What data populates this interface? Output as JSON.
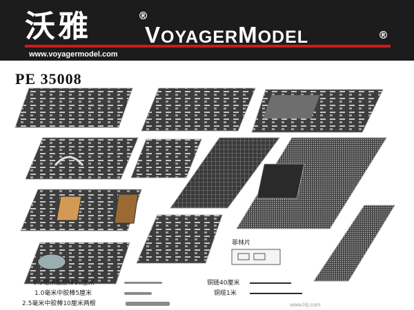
{
  "brand": {
    "chinese_name": "沃雅",
    "english_name_parts": [
      "V",
      "OYAGER",
      "M",
      "ODEL"
    ],
    "registered_mark": "®",
    "website": "www.voyagermodel.com"
  },
  "product_code": "PE 35008",
  "sheets": [
    {
      "label": "",
      "color": "#3a3a3a"
    },
    {
      "label": "",
      "color": "#3a3a3a"
    },
    {
      "label": "",
      "color": "#3a3a3a"
    },
    {
      "label": "",
      "color": "#3a3a3a"
    },
    {
      "label": "",
      "color": "#3a3a3a"
    },
    {
      "label": "",
      "color": "#3a3a3a"
    },
    {
      "label": "",
      "color": "#3a3a3a"
    },
    {
      "label": "",
      "color": "#3a3a3a"
    },
    {
      "label": "",
      "color": "#3a3a3a"
    },
    {
      "label": "",
      "color": "#3a3a3a"
    },
    {
      "label": "",
      "color": "#3a3a3a"
    }
  ],
  "film_label": "菲林片",
  "accessories": [
    {
      "label": "0.5毫米细胶棒10厘米"
    },
    {
      "label": "1.0毫米中胶棒5厘米"
    },
    {
      "label": "2.5毫米中胶棒10厘米两根"
    },
    {
      "label": "铜链40厘米"
    },
    {
      "label": "铜缆1米"
    }
  ],
  "watermark": "www.hlj.com",
  "colors": {
    "banner": "#1c1c1c",
    "accent": "#d11a1a",
    "sheet": "#3a3a3a"
  }
}
